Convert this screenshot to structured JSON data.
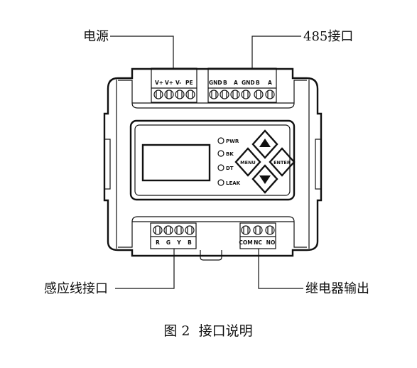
{
  "callouts": {
    "power": "电源",
    "port485": "485接口",
    "sensor_port": "感应线接口",
    "relay_output": "继电器输出"
  },
  "top_terminals": {
    "power_pins": [
      "V+",
      "V+",
      "V-",
      "PE"
    ],
    "comm_pins": [
      "GND",
      "B",
      "A",
      "GND",
      "B",
      "A"
    ]
  },
  "bottom_terminals": {
    "sensor_pins": [
      "R",
      "G",
      "Y",
      "B"
    ],
    "relay_pins": [
      "COM",
      "NC",
      "NO"
    ]
  },
  "indicators": [
    "PWR",
    "BK",
    "DT",
    "LEAK"
  ],
  "buttons": {
    "menu": "MENU",
    "enter": "ENTER"
  },
  "caption": "图 2  接口说明"
}
